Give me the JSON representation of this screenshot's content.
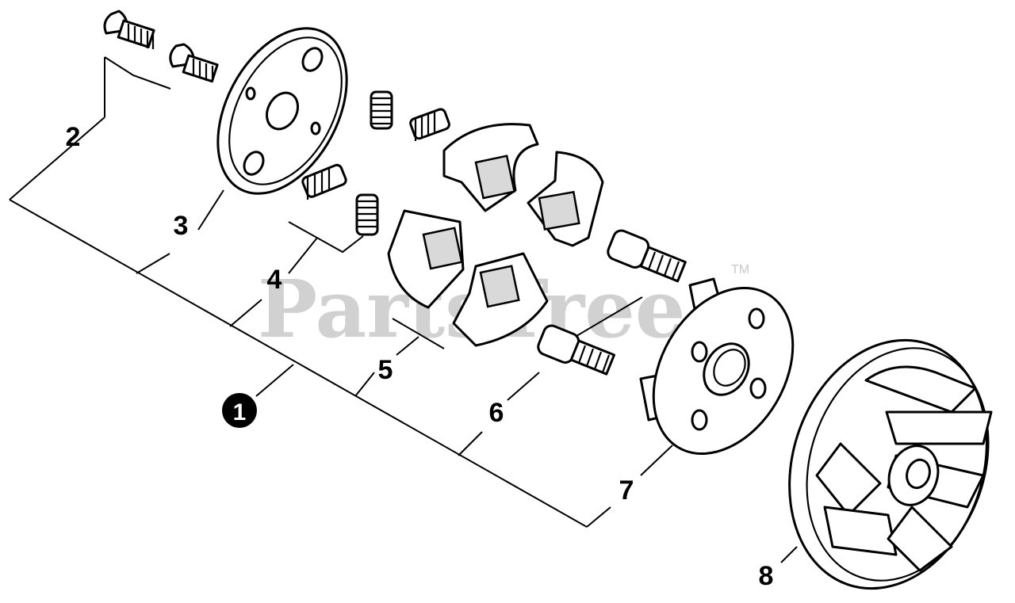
{
  "watermark": {
    "text": "PartsTree",
    "trademark": "TM"
  },
  "callouts": {
    "assembly": "1",
    "screw_flat": "2",
    "plate": "3",
    "spring": "4",
    "shoe": "5",
    "bolt": "6",
    "hub": "7",
    "flywheel": "8"
  }
}
